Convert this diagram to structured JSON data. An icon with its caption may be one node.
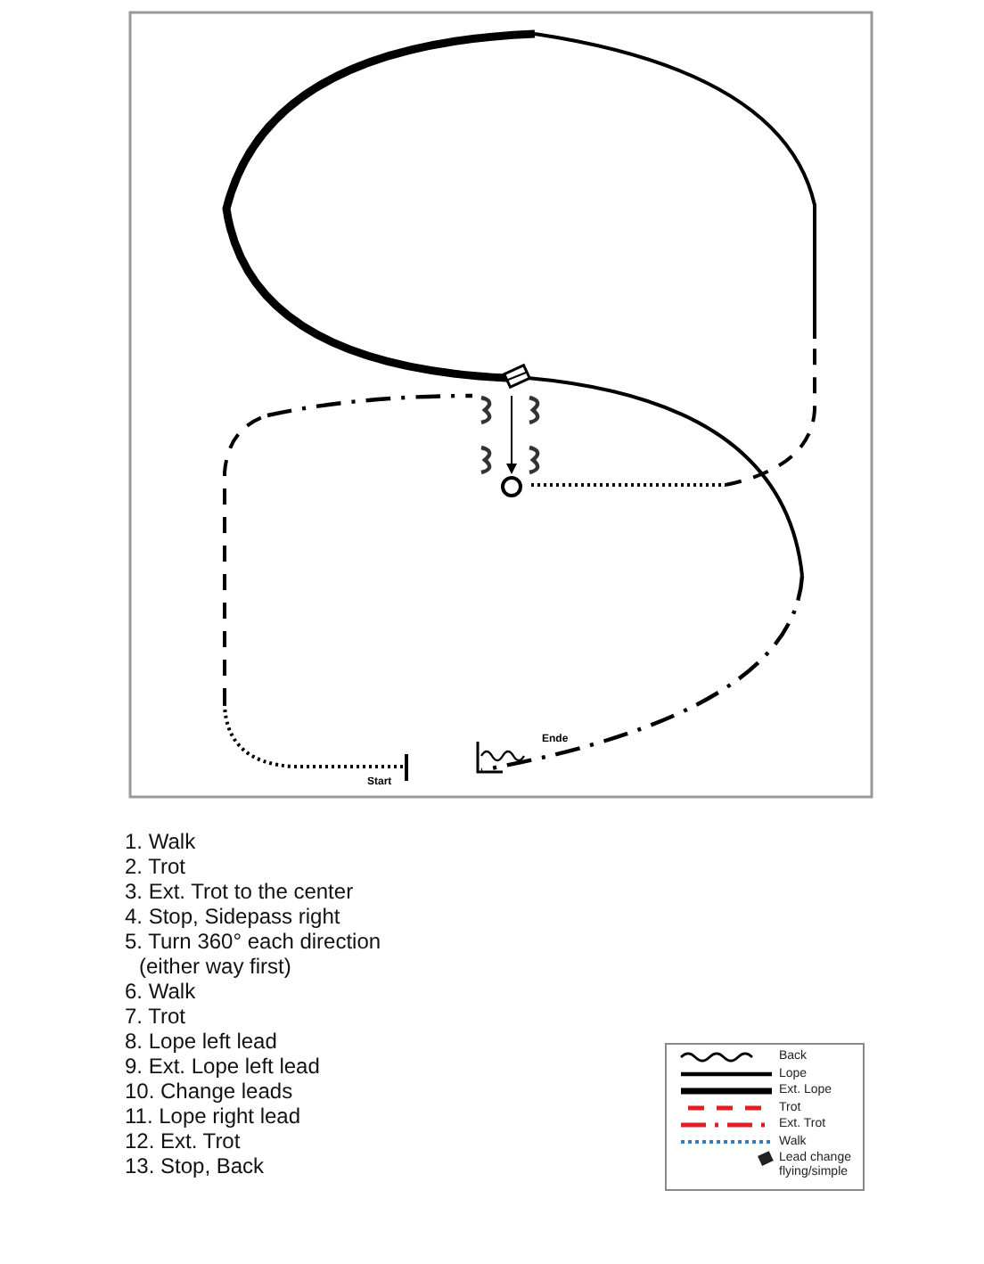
{
  "diagram": {
    "labels": [
      "Ende",
      "Start",
      "1. Walk",
      "2. Trot",
      "3. Ext. Trot to the center",
      "4. Stop, Sidepass right",
      "5. Turn 360° each direction (either way first)",
      "6. Walk",
      "7. Trot",
      "8. Lope left lead",
      "9. Ext. Lope left lead",
      "10. Change leads",
      "11. Lope right lead",
      "12. Ext. Trot",
      "13. Stop, Back"
    ],
    "legend": [
      {
        "text": "Back"
      },
      {
        "text": "Lope"
      },
      {
        "text": "Ext. Lope"
      },
      {
        "text": "Trot"
      },
      {
        "text": "Ext. Trot"
      },
      {
        "text": "Walk"
      },
      {
        "text": "Lead change flying/simple"
      }
    ]
  }
}
